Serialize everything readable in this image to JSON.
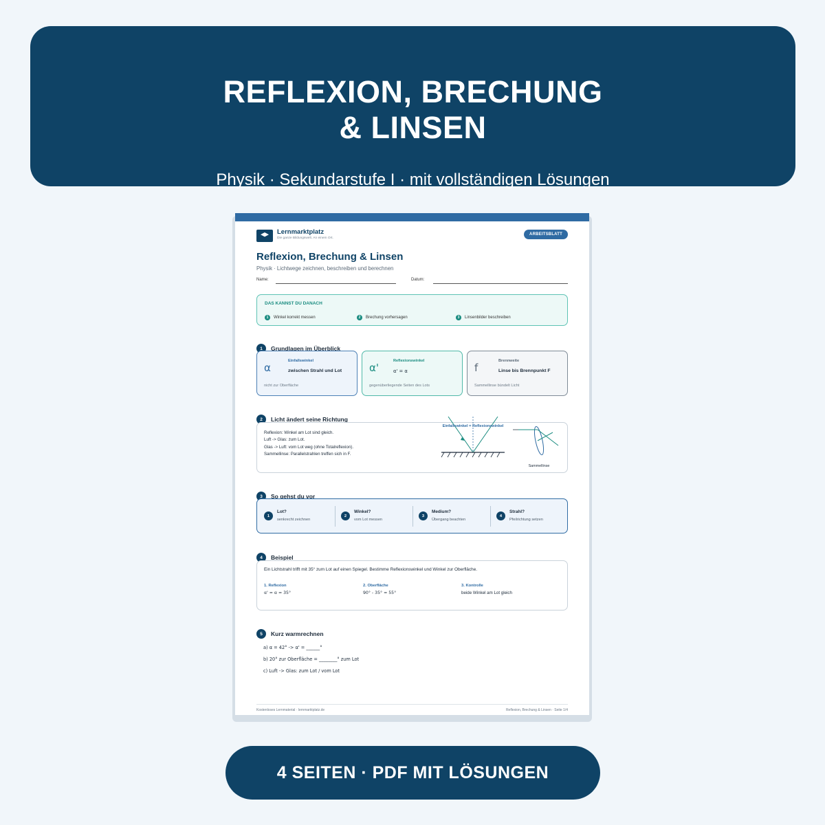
{
  "banner": {
    "title_line1": "REFLEXION, BRECHUNG",
    "title_line2": "& LINSEN",
    "subtitle": "Physik · Sekundarstufe I · mit vollständigen Lösungen"
  },
  "sheet": {
    "logo_name": "Lernmarktplatz",
    "logo_tagline": "Die ganze Bildungswelt. An einem Ort.",
    "badge": "ARBEITSBLATT",
    "title": "Reflexion, Brechung & Linsen",
    "subtitle": "Physik · Lichtwege zeichnen, beschreiben und berechnen",
    "name_label": "Name:",
    "date_label": "Datum:",
    "goals": {
      "title": "DAS KANNST DU DANACH",
      "items": [
        {
          "num": "1",
          "text": "Winkel korrekt messen"
        },
        {
          "num": "2",
          "text": "Brechung vorhersagen"
        },
        {
          "num": "3",
          "text": "Linsenbilder beschreiben"
        }
      ]
    },
    "sections": [
      {
        "num": "1",
        "title": "Grundlagen im Überblick"
      },
      {
        "num": "2",
        "title": "Licht ändert seine Richtung"
      },
      {
        "num": "3",
        "title": "So gehst du vor"
      },
      {
        "num": "4",
        "title": "Beispiel"
      },
      {
        "num": "5",
        "title": "Kurz warmrechnen"
      }
    ],
    "concepts": [
      {
        "symbol": "α",
        "label": "Einfallswinkel",
        "main": "zwischen Strahl und Lot",
        "note": "nicht zur Oberfläche"
      },
      {
        "symbol": "α'",
        "label": "Reflexionswinkel",
        "main": "α' = α",
        "note": "gegenüberliegende Seiten des Lots"
      },
      {
        "symbol": "f",
        "label": "Brennweite",
        "main": "Linse bis Brennpunkt F",
        "note": "Sammellinse bündelt Licht"
      }
    ],
    "rules": [
      "Reflexion: Winkel am Lot sind gleich.",
      "Luft -> Glas: zum Lot.",
      "Glas -> Luft: vom Lot weg (ohne Totalreflexion).",
      "Sammellinse: Parallelstrahlen treffen sich in F."
    ],
    "diagram": {
      "mirror_label": "Einfallswinkel = Reflexionswinkel",
      "lens_label": "Sammellinse"
    },
    "steps": [
      {
        "num": "1",
        "title": "Lot?",
        "sub": "senkrecht zeichnen"
      },
      {
        "num": "2",
        "title": "Winkel?",
        "sub": "vom Lot messen"
      },
      {
        "num": "3",
        "title": "Medium?",
        "sub": "Übergang beachten"
      },
      {
        "num": "4",
        "title": "Strahl?",
        "sub": "Pfeilrichtung setzen"
      }
    ],
    "example": {
      "task": "Ein Lichtstrahl trifft mit 35° zum Lot auf einen Spiegel. Bestimme Reflexionswinkel und Winkel zur Oberfläche.",
      "cols": [
        {
          "label": "1. Reflexion",
          "value": "α' = α = 35°"
        },
        {
          "label": "2. Oberfläche",
          "value": "90° - 35° = 55°"
        },
        {
          "label": "3. Kontrolle",
          "value": "beide Winkel am Lot gleich"
        }
      ]
    },
    "warmup": [
      "a) α = 42° -> α' = ______°",
      "b) 20° zur Oberfläche = ________° zum Lot",
      "c) Luft -> Glas: zum Lot / vom Lot"
    ],
    "footer_left": "Kostenloses Lernmaterial · lernmarktplatz.de",
    "footer_right": "Reflexion, Brechung & Linsen · Seite 1/4"
  },
  "bottom_pill": "4 SEITEN · PDF MIT LÖSUNGEN",
  "colors": {
    "navy": "#0f4366",
    "blue": "#2f6ba3",
    "teal": "#1a8c80",
    "background": "#f1f6fa"
  }
}
